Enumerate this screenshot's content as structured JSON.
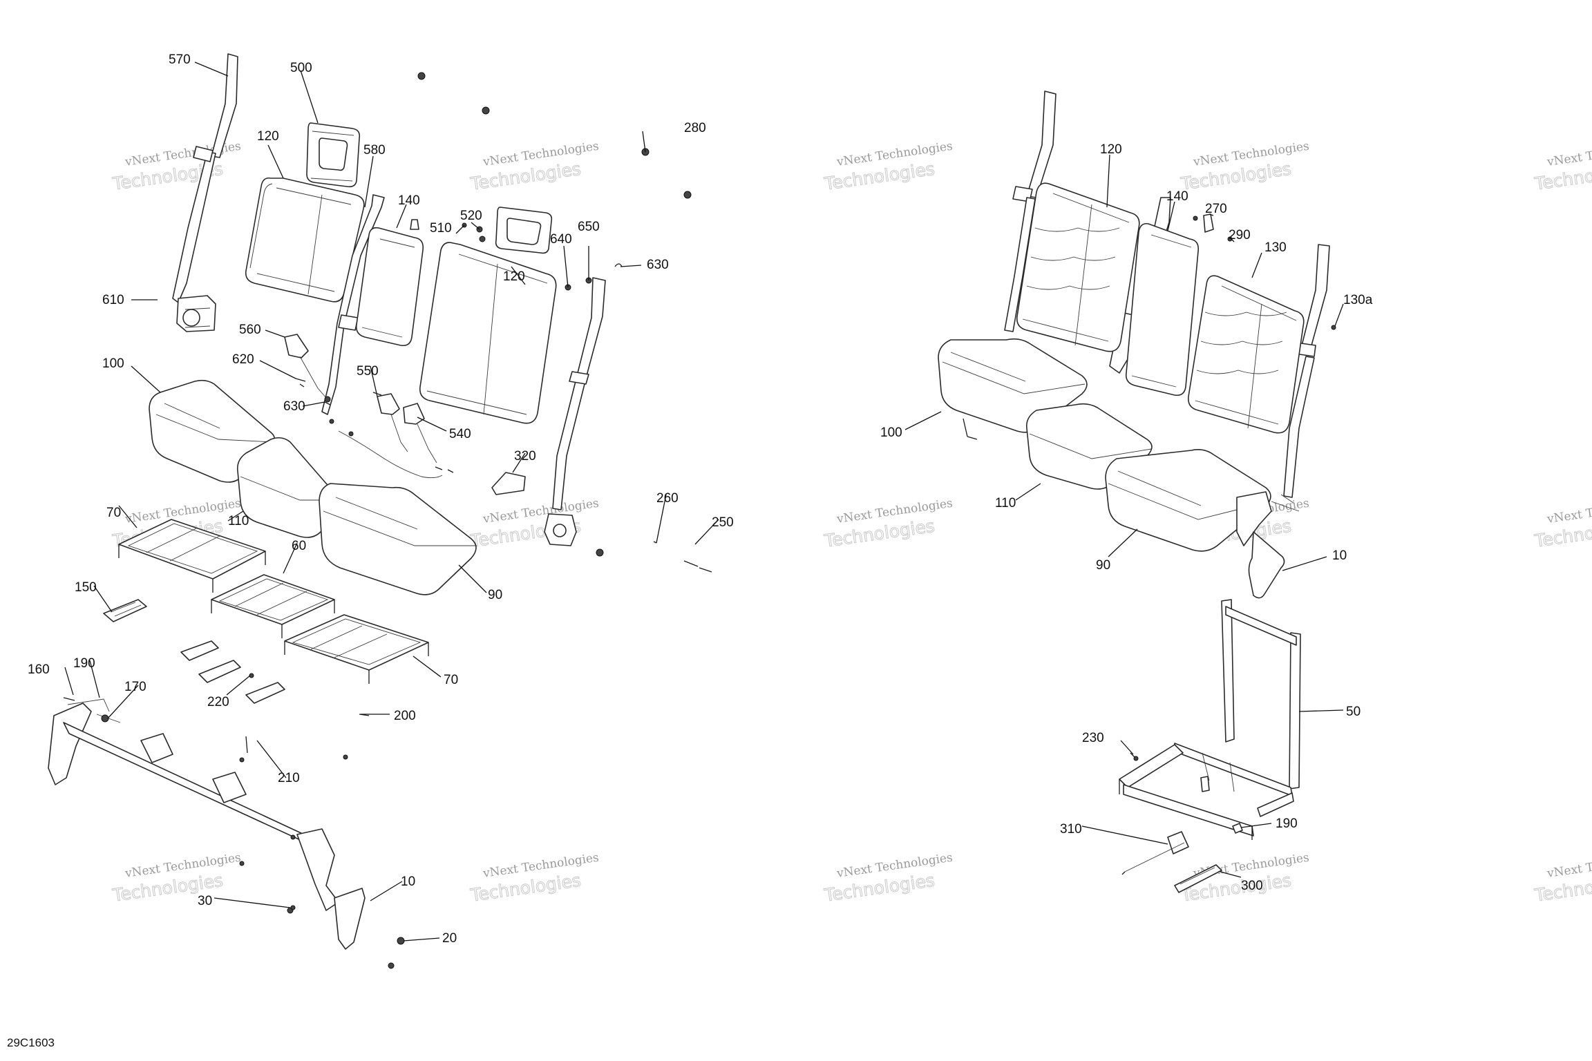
{
  "drawing_ref": "29C1603",
  "watermark": {
    "line1": "vNext Technologies",
    "line2": "Technologies"
  },
  "left_callouts": {
    "c570": "570",
    "c500": "500",
    "c280": "280",
    "c120a": "120",
    "c580": "580",
    "c140": "140",
    "c510": "510",
    "c520": "520",
    "c650": "650",
    "c640": "640",
    "c630a": "630",
    "c120b": "120",
    "c610": "610",
    "c560": "560",
    "c620": "620",
    "c100": "100",
    "c550": "550",
    "c630b": "630",
    "c540": "540",
    "c320": "320",
    "c260": "260",
    "c250": "250",
    "c70a": "70",
    "c110": "110",
    "c60": "60",
    "c90": "90",
    "c150": "150",
    "c70b": "70",
    "c160": "160",
    "c190": "190",
    "c170": "170",
    "c220": "220",
    "c200": "200",
    "c210": "210",
    "c10": "10",
    "c30": "30",
    "c20": "20"
  },
  "right_callouts": {
    "c120": "120",
    "c140": "140",
    "c270": "270",
    "c290": "290",
    "c130": "130",
    "c130a": "130a",
    "c100": "100",
    "c110": "110",
    "c90": "90",
    "c10": "10",
    "c50": "50",
    "c230": "230",
    "c190": "190",
    "c310": "310",
    "c300": "300"
  }
}
